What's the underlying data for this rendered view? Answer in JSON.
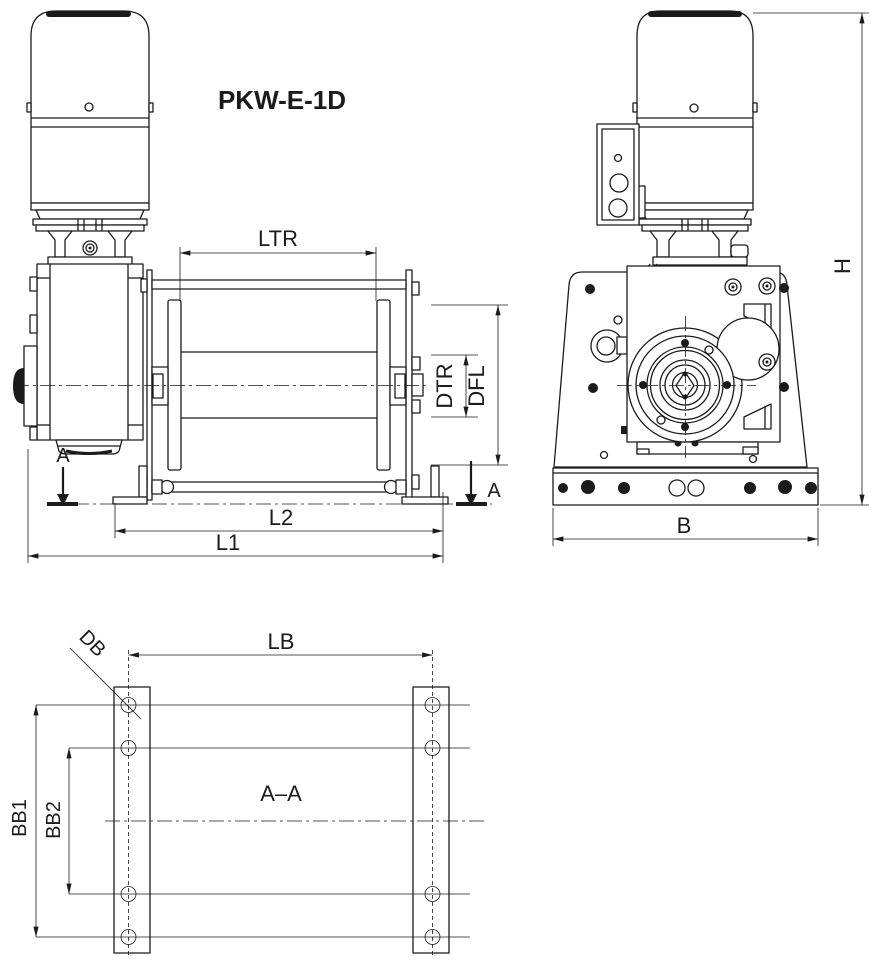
{
  "title": "PKW-E-1D",
  "drawing": {
    "kind": "technical dimensional drawing",
    "views": [
      "side view",
      "front view",
      "section A–A (base plates)"
    ]
  },
  "labels": {
    "title": "PKW-E-1D",
    "ltr": "LTR",
    "dtr": "DTR",
    "dfl": "DFL",
    "l2": "L2",
    "l1": "L1",
    "a_left": "A",
    "a_right": "A",
    "h": "H",
    "b": "B",
    "lb": "LB",
    "db": "DB",
    "bb1": "BB1",
    "bb2": "BB2",
    "section_title": "A–A"
  },
  "colors": {
    "line": "#1b1b1b",
    "background": "#ffffff"
  }
}
